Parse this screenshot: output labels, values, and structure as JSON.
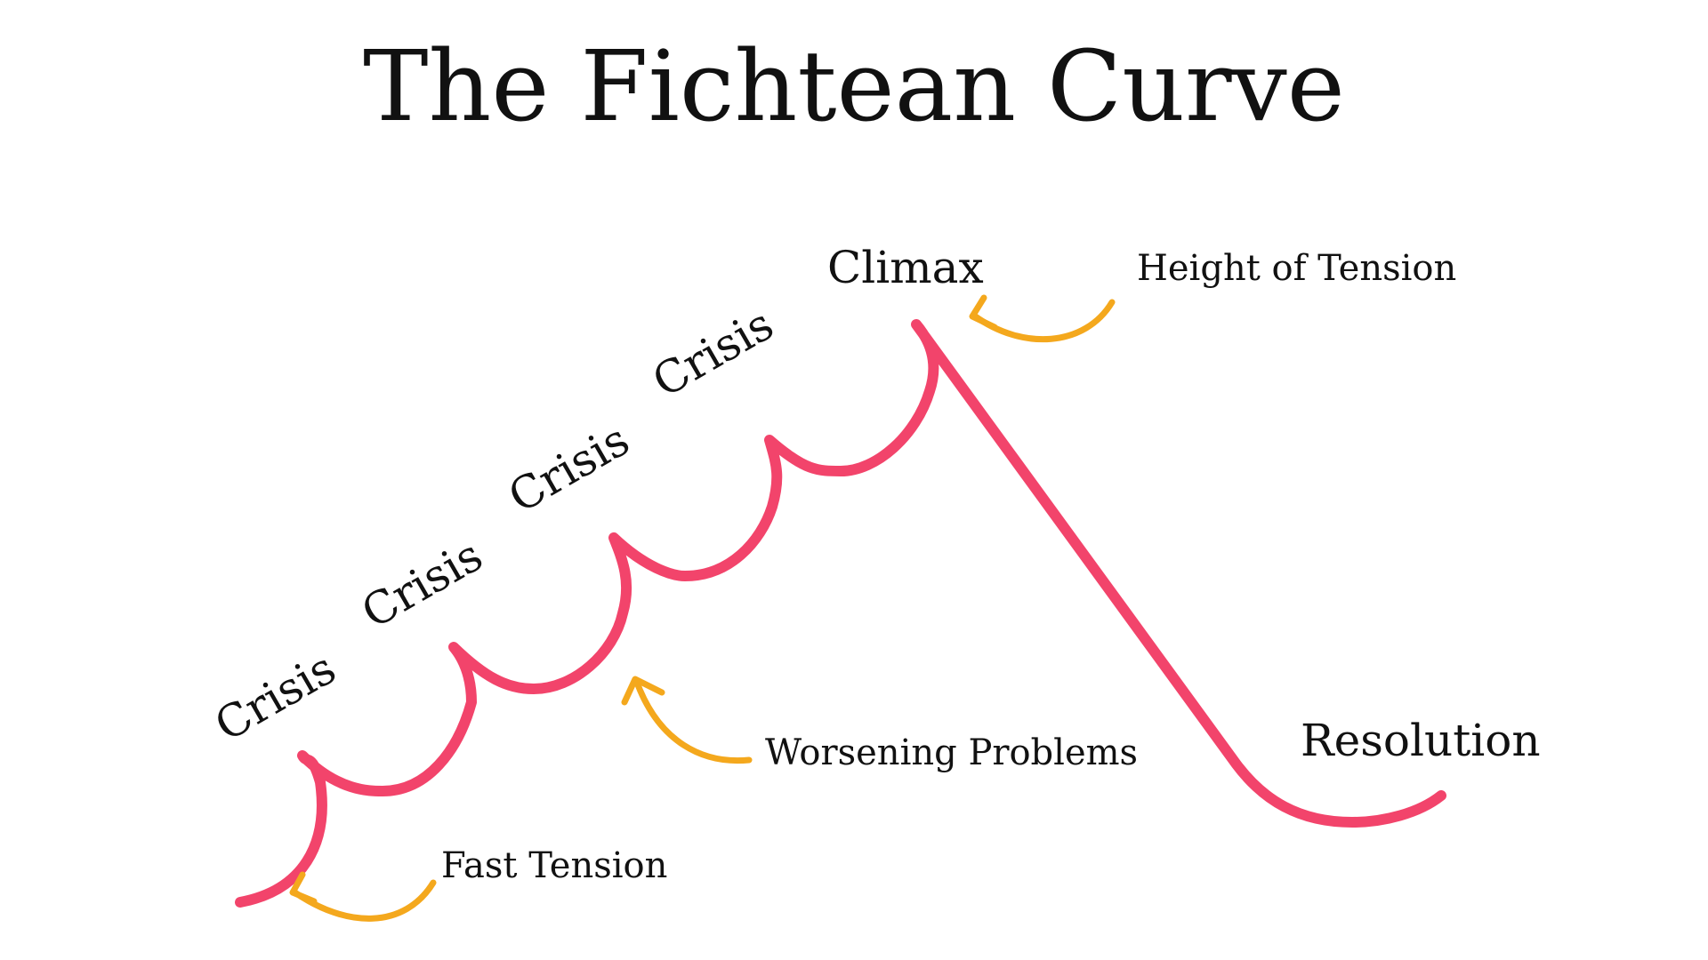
{
  "title": "The Fichtean Curve",
  "labels": {
    "crisis_1": "Crisis",
    "crisis_2": "Crisis",
    "crisis_3": "Crisis",
    "crisis_4": "Crisis",
    "climax": "Climax",
    "resolution": "Resolution",
    "height_of_tension": "Height of Tension",
    "worsening_problems": "Worsening Problems",
    "fast_tension": "Fast Tension"
  },
  "colors": {
    "curve": "#f2446b",
    "arrow": "#f4a81d",
    "text": "#111111",
    "background": "#ffffff"
  },
  "icons": {
    "arrow": "curved-arrow-icon"
  }
}
